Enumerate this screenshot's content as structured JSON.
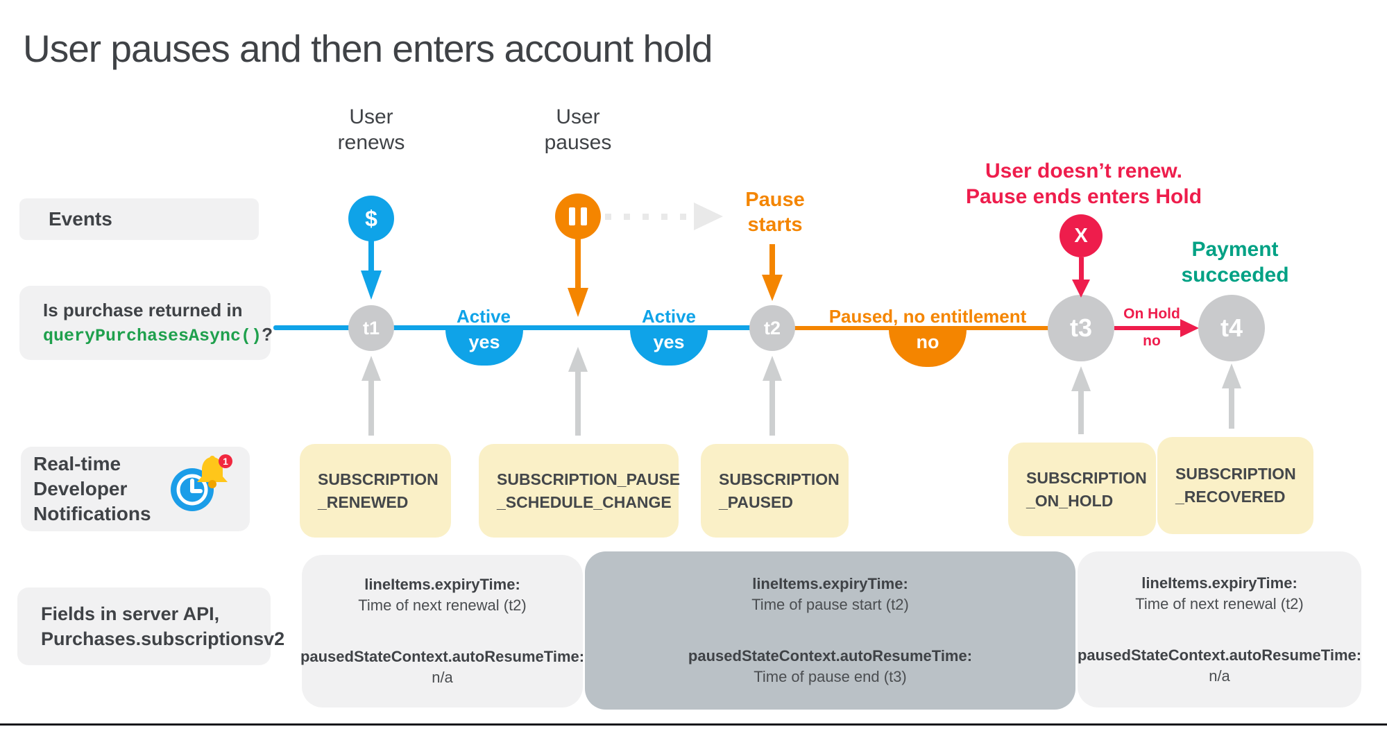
{
  "title": "User pauses and then enters account hold",
  "rows": {
    "events_label": "Events",
    "purchase_question": {
      "line1": "Is purchase returned in",
      "code": "queryPurchasesAsync()",
      "suffix": "?"
    },
    "rtdn_label": {
      "line1": "Real-time",
      "line2": "Developer",
      "line3": "Notifications",
      "badge": "1"
    },
    "fields_label": {
      "line1": "Fields in server API,",
      "line2": "Purchases.subscriptionsv2"
    }
  },
  "events": {
    "user_renews": {
      "line1": "User",
      "line2": "renews",
      "icon": "$"
    },
    "user_pauses": {
      "line1": "User",
      "line2": "pauses"
    },
    "pause_starts": {
      "line1": "Pause",
      "line2": "starts"
    },
    "hold": {
      "line1": "User doesn’t renew.",
      "line2": "Pause ends enters Hold",
      "icon": "X"
    },
    "payment": {
      "line1": "Payment",
      "line2": "succeeded"
    }
  },
  "timeline": {
    "nodes": {
      "t1": "t1",
      "t2": "t2",
      "t3": "t3",
      "t4": "t4"
    },
    "active1": {
      "label": "Active",
      "answer": "yes"
    },
    "active2": {
      "label": "Active",
      "answer": "yes"
    },
    "paused": {
      "label": "Paused, no entitlement",
      "answer": "no"
    },
    "hold": {
      "label": "On Hold",
      "answer": "no"
    }
  },
  "rtdn": {
    "renewed": {
      "line1": "SUBSCRIPTION",
      "line2": "_RENEWED"
    },
    "pause_schedule": {
      "line1": "SUBSCRIPTION_PAUSE",
      "line2": "_SCHEDULE_CHANGE"
    },
    "paused": {
      "line1": "SUBSCRIPTION",
      "line2": "_PAUSED"
    },
    "on_hold": {
      "line1": "SUBSCRIPTION",
      "line2": "_ON_HOLD"
    },
    "recovered": {
      "line1": "SUBSCRIPTION",
      "line2": "_RECOVERED"
    }
  },
  "fields": {
    "box1": {
      "f1": "lineItems.expiryTime:",
      "v1": "Time of next renewal (t2)",
      "f2": "pausedStateContext.autoResumeTime:",
      "v2": "n/a"
    },
    "box2": {
      "f1": "lineItems.expiryTime:",
      "v1": "Time of pause start (t2)",
      "f2": "pausedStateContext.autoResumeTime:",
      "v2": "Time of pause end (t3)"
    },
    "box3": {
      "f1": "lineItems.expiryTime:",
      "v1": "Time of next renewal (t2)",
      "f2": "pausedStateContext.autoResumeTime:",
      "v2": "n/a"
    }
  },
  "colors": {
    "blue": "#0FA3E8",
    "orange": "#F48500",
    "red": "#EE1D4C",
    "teal": "#00A184",
    "gray_node": "#C9CACC",
    "gray_arrow": "#CDCFD0",
    "yellow_box": "#FAF0C7",
    "light_box": "#F1F1F2",
    "mid_gray_box": "#BAC1C6",
    "green_code": "#1FA04D",
    "text_dark": "#3F4246"
  }
}
